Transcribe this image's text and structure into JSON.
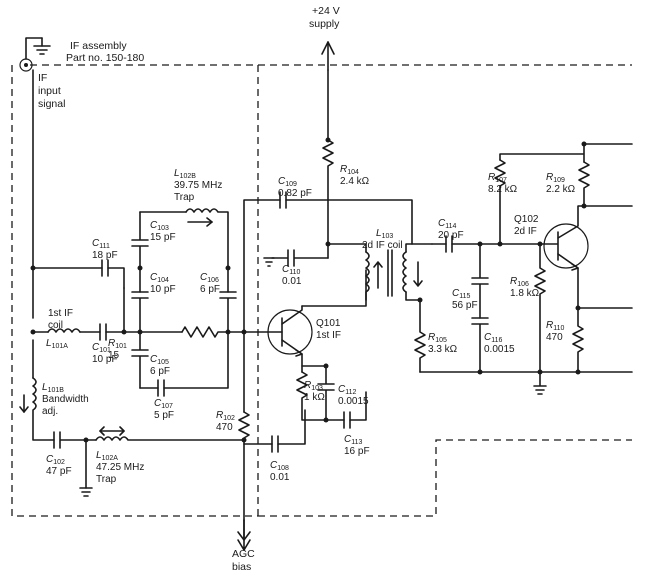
{
  "texts": {
    "supply": [
      "+24 V",
      "supply"
    ],
    "if_assembly": [
      "IF assembly",
      "Part no. 150-180"
    ],
    "if_input": [
      "IF",
      "input",
      "signal"
    ],
    "agc": [
      "AGC",
      "bias"
    ]
  },
  "components": [
    {
      "ref": "C",
      "sub": "111",
      "value": "18 pF"
    },
    {
      "ref": "C",
      "sub": "103",
      "value": "15 pF"
    },
    {
      "ref": "C",
      "sub": "104",
      "value": "10 pF"
    },
    {
      "ref": "C",
      "sub": "106",
      "value": "6 pF"
    },
    {
      "ref": "C",
      "sub": "101",
      "value": "10 pF"
    },
    {
      "ref": "C",
      "sub": "105",
      "value": "6 pF"
    },
    {
      "ref": "C",
      "sub": "107",
      "value": "5 pF"
    },
    {
      "ref": "C",
      "sub": "102",
      "value": "47 pF"
    },
    {
      "ref": "C",
      "sub": "109",
      "value": "0.82 pF"
    },
    {
      "ref": "C",
      "sub": "110",
      "value": "0.01"
    },
    {
      "ref": "C",
      "sub": "112",
      "value": "0.0015"
    },
    {
      "ref": "C",
      "sub": "113",
      "value": "16 pF"
    },
    {
      "ref": "C",
      "sub": "108",
      "value": "0.01"
    },
    {
      "ref": "C",
      "sub": "114",
      "value": "20 pF"
    },
    {
      "ref": "C",
      "sub": "115",
      "value": "56 pF"
    },
    {
      "ref": "C",
      "sub": "116",
      "value": "0.0015"
    },
    {
      "ref": "R",
      "sub": "101",
      "value": "15"
    },
    {
      "ref": "R",
      "sub": "102",
      "value": "470"
    },
    {
      "ref": "R",
      "sub": "103",
      "value": "1 kΩ"
    },
    {
      "ref": "R",
      "sub": "104",
      "value": "2.4 kΩ"
    },
    {
      "ref": "R",
      "sub": "105",
      "value": "3.3 kΩ"
    },
    {
      "ref": "R",
      "sub": "106",
      "value": "1.8 kΩ"
    },
    {
      "ref": "R",
      "sub": "107",
      "value": "8.2 kΩ"
    },
    {
      "ref": "R",
      "sub": "109",
      "value": "2.2 kΩ"
    },
    {
      "ref": "R",
      "sub": "110",
      "value": "470"
    }
  ],
  "inductors": [
    {
      "ref": "L",
      "sub": "101A",
      "lines": [
        "1st IF",
        "coil"
      ]
    },
    {
      "ref": "L",
      "sub": "101B",
      "lines": [
        "Bandwidth",
        "adj."
      ]
    },
    {
      "ref": "L",
      "sub": "102A",
      "lines": [
        "47.25 MHz",
        "Trap"
      ]
    },
    {
      "ref": "L",
      "sub": "102B",
      "lines": [
        "39.75 MHz",
        "Trap"
      ]
    },
    {
      "ref": "L",
      "sub": "103",
      "lines": [
        "2d IF coil"
      ]
    }
  ],
  "transistors": [
    {
      "ref": "Q101",
      "role": "1st IF"
    },
    {
      "ref": "Q102",
      "role": "2d IF"
    }
  ]
}
